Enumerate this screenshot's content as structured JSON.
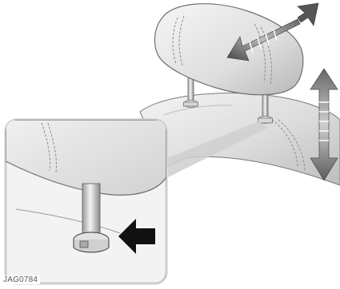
{
  "figure": {
    "id_label": "JAG0784"
  },
  "colors": {
    "leather_light": "#f2f2f2",
    "leather_mid": "#d6d6d6",
    "leather_dark": "#a8a8a8",
    "stitch": "#8c8c8c",
    "outline": "#6f6f6f",
    "rod": "#cfcfcf",
    "arrow_dark": "#111111",
    "arrow_grey": "#777777",
    "callout_frame": "#cccccc"
  },
  "icons": {
    "tilt_arrow": "double-headed-diagonal-arrow",
    "height_arrow": "double-headed-vertical-arrow",
    "release_button_pointer": "solid-left-arrow"
  }
}
